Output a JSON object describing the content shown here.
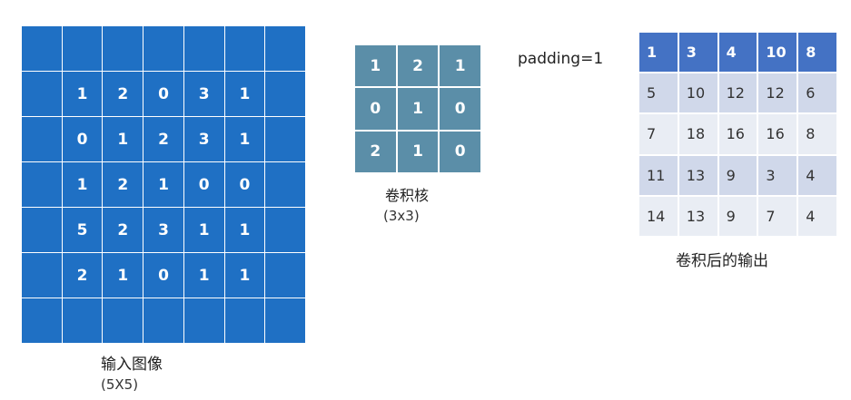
{
  "input": {
    "grid": [
      [
        "",
        "",
        "",
        "",
        "",
        "",
        ""
      ],
      [
        "",
        "1",
        "2",
        "0",
        "3",
        "1",
        ""
      ],
      [
        "",
        "0",
        "1",
        "2",
        "3",
        "1",
        ""
      ],
      [
        "",
        "1",
        "2",
        "1",
        "0",
        "0",
        ""
      ],
      [
        "",
        "5",
        "2",
        "3",
        "1",
        "1",
        ""
      ],
      [
        "",
        "2",
        "1",
        "0",
        "1",
        "1",
        ""
      ],
      [
        "",
        "",
        "",
        "",
        "",
        "",
        ""
      ]
    ],
    "caption": "输入图像",
    "caption_sub": "(5X5)",
    "cell_color": "#1f70c4"
  },
  "kernel": {
    "grid": [
      [
        "1",
        "2",
        "1"
      ],
      [
        "0",
        "1",
        "0"
      ],
      [
        "2",
        "1",
        "0"
      ]
    ],
    "caption": "卷积核",
    "caption_sub": "(3x3)",
    "cell_color": "#5b8ea8"
  },
  "padding_label": "padding=1",
  "output": {
    "grid": [
      [
        "1",
        "3",
        "4",
        "10",
        "8"
      ],
      [
        "5",
        "10",
        "12",
        "12",
        "6"
      ],
      [
        "7",
        "18",
        "16",
        "16",
        "8"
      ],
      [
        "11",
        "13",
        "9",
        "3",
        "4"
      ],
      [
        "14",
        "13",
        "9",
        "7",
        "4"
      ]
    ],
    "caption": "卷积后的输出",
    "header_color": "#4472c4",
    "band_colors": [
      "#d0d8ea",
      "#e9edf4"
    ]
  }
}
